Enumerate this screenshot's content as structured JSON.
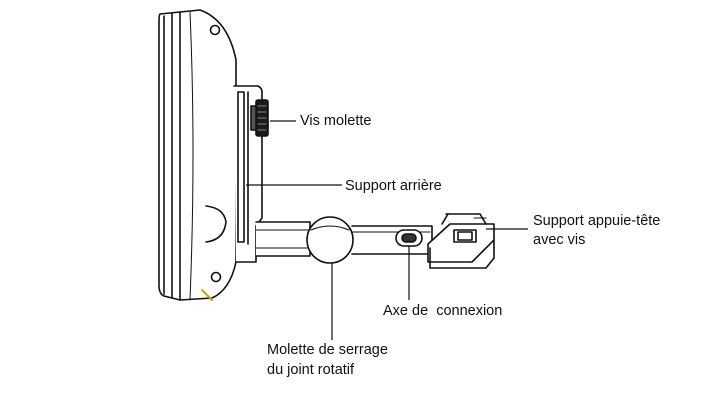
{
  "labels": {
    "thumb_screw": "Vis molette",
    "rear_support": "Support arrière",
    "headrest_support_line1": "Support appuie-tête",
    "headrest_support_line2": "avec vis",
    "connection_axis": "Axe de  connexion",
    "rotary_knob_line1": "Molette de serrage",
    "rotary_knob_line2": "du joint rotatif"
  }
}
